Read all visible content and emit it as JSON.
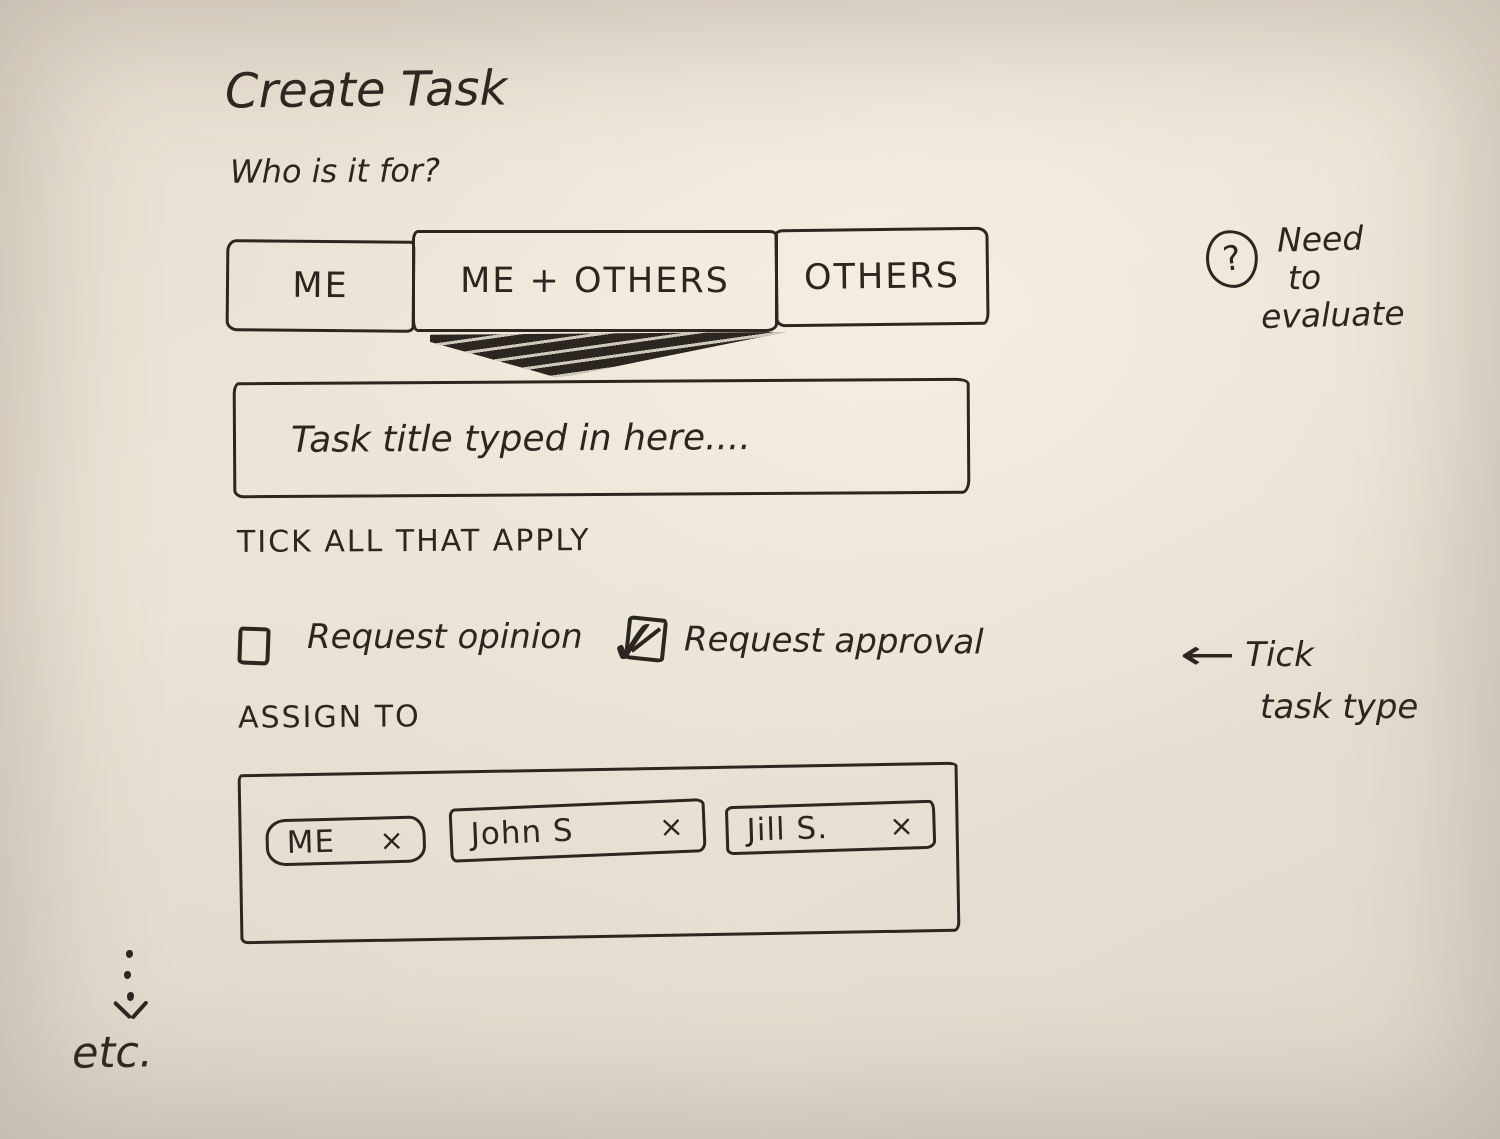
{
  "page": {
    "title": "Create Task",
    "question": "Who is it for?"
  },
  "audience": {
    "options": [
      {
        "label": "ME",
        "selected": false
      },
      {
        "label": "ME + OTHERS",
        "selected": true
      },
      {
        "label": "OTHERS",
        "selected": false
      }
    ]
  },
  "task_input": {
    "value": "Task title typed in here...."
  },
  "task_type": {
    "heading": "TICK ALL THAT APPLY",
    "checkboxes": [
      {
        "label": "Request opinion",
        "checked": false,
        "mark": ""
      },
      {
        "label": "Request approval",
        "checked": true,
        "mark": "✓"
      }
    ]
  },
  "assign": {
    "heading": "ASSIGN TO",
    "chips": [
      {
        "label": "ME",
        "remove": "×"
      },
      {
        "label": "John S",
        "remove": "×"
      },
      {
        "label": "Jill S.",
        "remove": "×"
      }
    ]
  },
  "annotations": {
    "evaluate": {
      "badge": "?",
      "lines": [
        "Need",
        "to",
        "evaluate"
      ]
    },
    "tick_task_type": {
      "arrow": "←",
      "line1": "Tick",
      "line2": "task type"
    }
  },
  "continuation": {
    "label": "etc."
  },
  "colors": {
    "ink": "#2b2620",
    "paper": "#eae2d3"
  }
}
